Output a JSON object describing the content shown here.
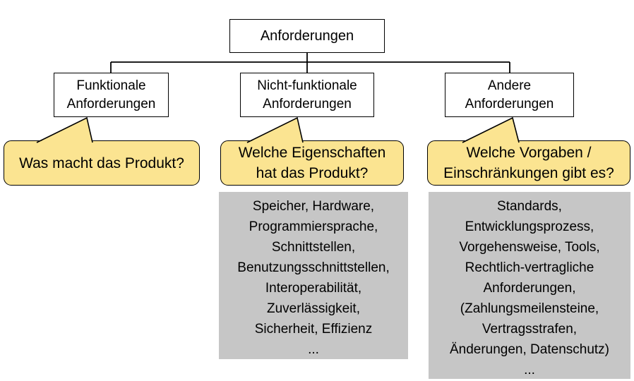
{
  "diagram": {
    "title_hidden": "",
    "root": {
      "label": "Anforderungen"
    },
    "children": [
      {
        "label": "Funktionale\nAnforderungen",
        "question": "Was macht das Produkt?",
        "examples": ""
      },
      {
        "label": "Nicht-funktionale\nAnforderungen",
        "question": "Welche Eigenschaften\nhat das Produkt?",
        "examples": "Speicher, Hardware,\nProgrammiersprache,\nSchnittstellen,\nBenutzungsschnittstellen,\nInteroperabilität,\nZuverlässigkeit,\nSicherheit, Effizienz\n..."
      },
      {
        "label": "Andere\nAnforderungen",
        "question": "Welche Vorgaben /\nEinschränkungen gibt es?",
        "examples": "Standards,\nEntwicklungsprozess,\nVorgehensweise, Tools,\nRechtlich-vertragliche\nAnforderungen,\n(Zahlungsmeilensteine,\nVertragsstrafen,\nÄnderungen, Datenschutz)\n..."
      }
    ],
    "colors": {
      "bubble_fill": "#FBE491",
      "examples_fill": "#C6C6C6",
      "line": "#000000",
      "background": "#FFFFFF"
    }
  }
}
